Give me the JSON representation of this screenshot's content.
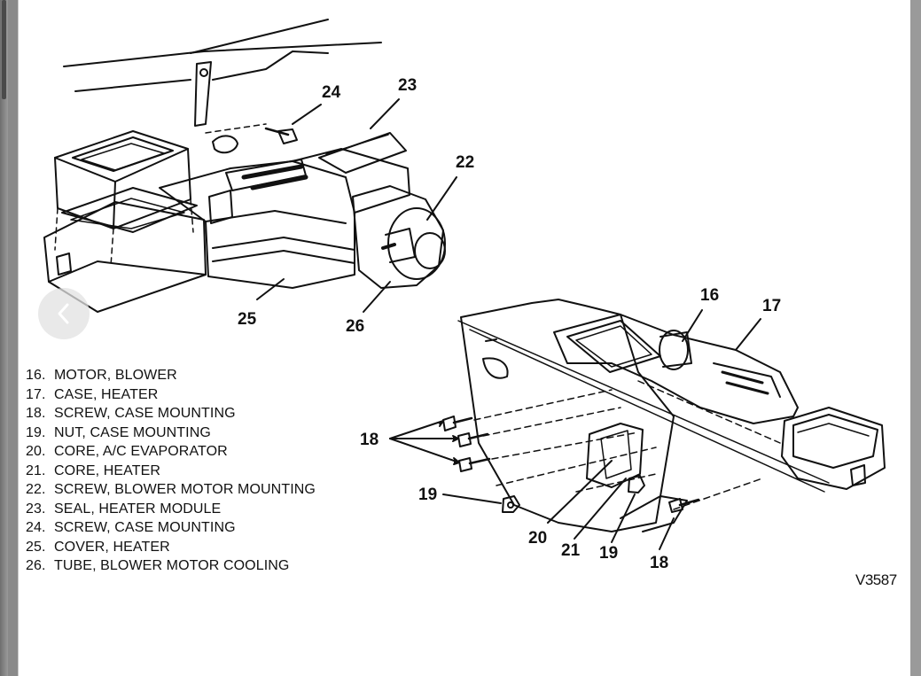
{
  "viewer": {
    "prev_icon": "chevron-left-icon"
  },
  "diagram": {
    "figure_code": "V3587",
    "callouts": {
      "c16": "16",
      "c17": "17",
      "c18a": "18",
      "c18b": "18",
      "c19a": "19",
      "c19b": "19",
      "c20": "20",
      "c21": "21",
      "c22": "22",
      "c23": "23",
      "c24": "24",
      "c25": "25",
      "c26": "26"
    },
    "legend": [
      {
        "num": "16.",
        "label": "MOTOR, BLOWER"
      },
      {
        "num": "17.",
        "label": "CASE, HEATER"
      },
      {
        "num": "18.",
        "label": "SCREW, CASE MOUNTING"
      },
      {
        "num": "19.",
        "label": "NUT, CASE MOUNTING"
      },
      {
        "num": "20.",
        "label": "CORE, A/C EVAPORATOR"
      },
      {
        "num": "21.",
        "label": "CORE, HEATER"
      },
      {
        "num": "22.",
        "label": "SCREW, BLOWER MOTOR MOUNTING"
      },
      {
        "num": "23.",
        "label": "SEAL, HEATER MODULE"
      },
      {
        "num": "24.",
        "label": "SCREW, CASE MOUNTING"
      },
      {
        "num": "25.",
        "label": "COVER, HEATER"
      },
      {
        "num": "26.",
        "label": "TUBE, BLOWER MOTOR COOLING"
      }
    ]
  }
}
